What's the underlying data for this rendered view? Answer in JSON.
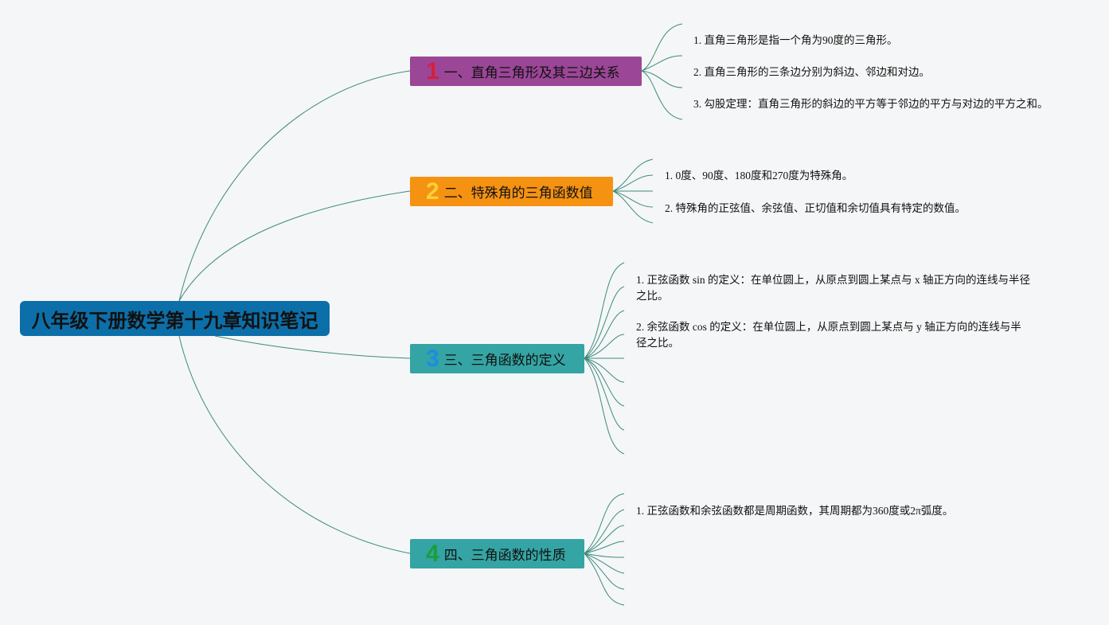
{
  "root": {
    "title": "八年级下册数学第十九章知识笔记"
  },
  "branches": [
    {
      "badge": "1",
      "label": "一、直角三角形及其三边关系",
      "color": "#9b4697",
      "badge_color": "#d61f3c",
      "leaves": [
        "1. 直角三角形是指一个角为90度的三角形。",
        "2. 直角三角形的三条边分别为斜边、邻边和对边。",
        "3. 勾股定理：直角三角形的斜边的平方等于邻边的平方与对边的平方之和。"
      ]
    },
    {
      "badge": "2",
      "label": "二、特殊角的三角函数值",
      "color": "#f59212",
      "badge_color": "#fbd035",
      "leaves": [
        "1. 0度、90度、180度和270度为特殊角。",
        "2. 特殊角的正弦值、余弦值、正切值和余切值具有特定的数值。"
      ]
    },
    {
      "badge": "3",
      "label": "三、三角函数的定义",
      "color": "#35a4a4",
      "badge_color": "#1b8de0",
      "leaves": [
        "1. 正弦函数 sin 的定义：在单位圆上，从原点到圆上某点与 x 轴正方向的连线与半径之比。",
        "2. 余弦函数 cos 的定义：在单位圆上，从原点到圆上某点与 y 轴正方向的连线与半径之比。"
      ]
    },
    {
      "badge": "4",
      "label": "四、三角函数的性质",
      "color": "#35a4a4",
      "badge_color": "#1b9e3e",
      "leaves": [
        "1. 正弦函数和余弦函数都是周期函数，其周期都为360度或2π弧度。"
      ]
    }
  ]
}
